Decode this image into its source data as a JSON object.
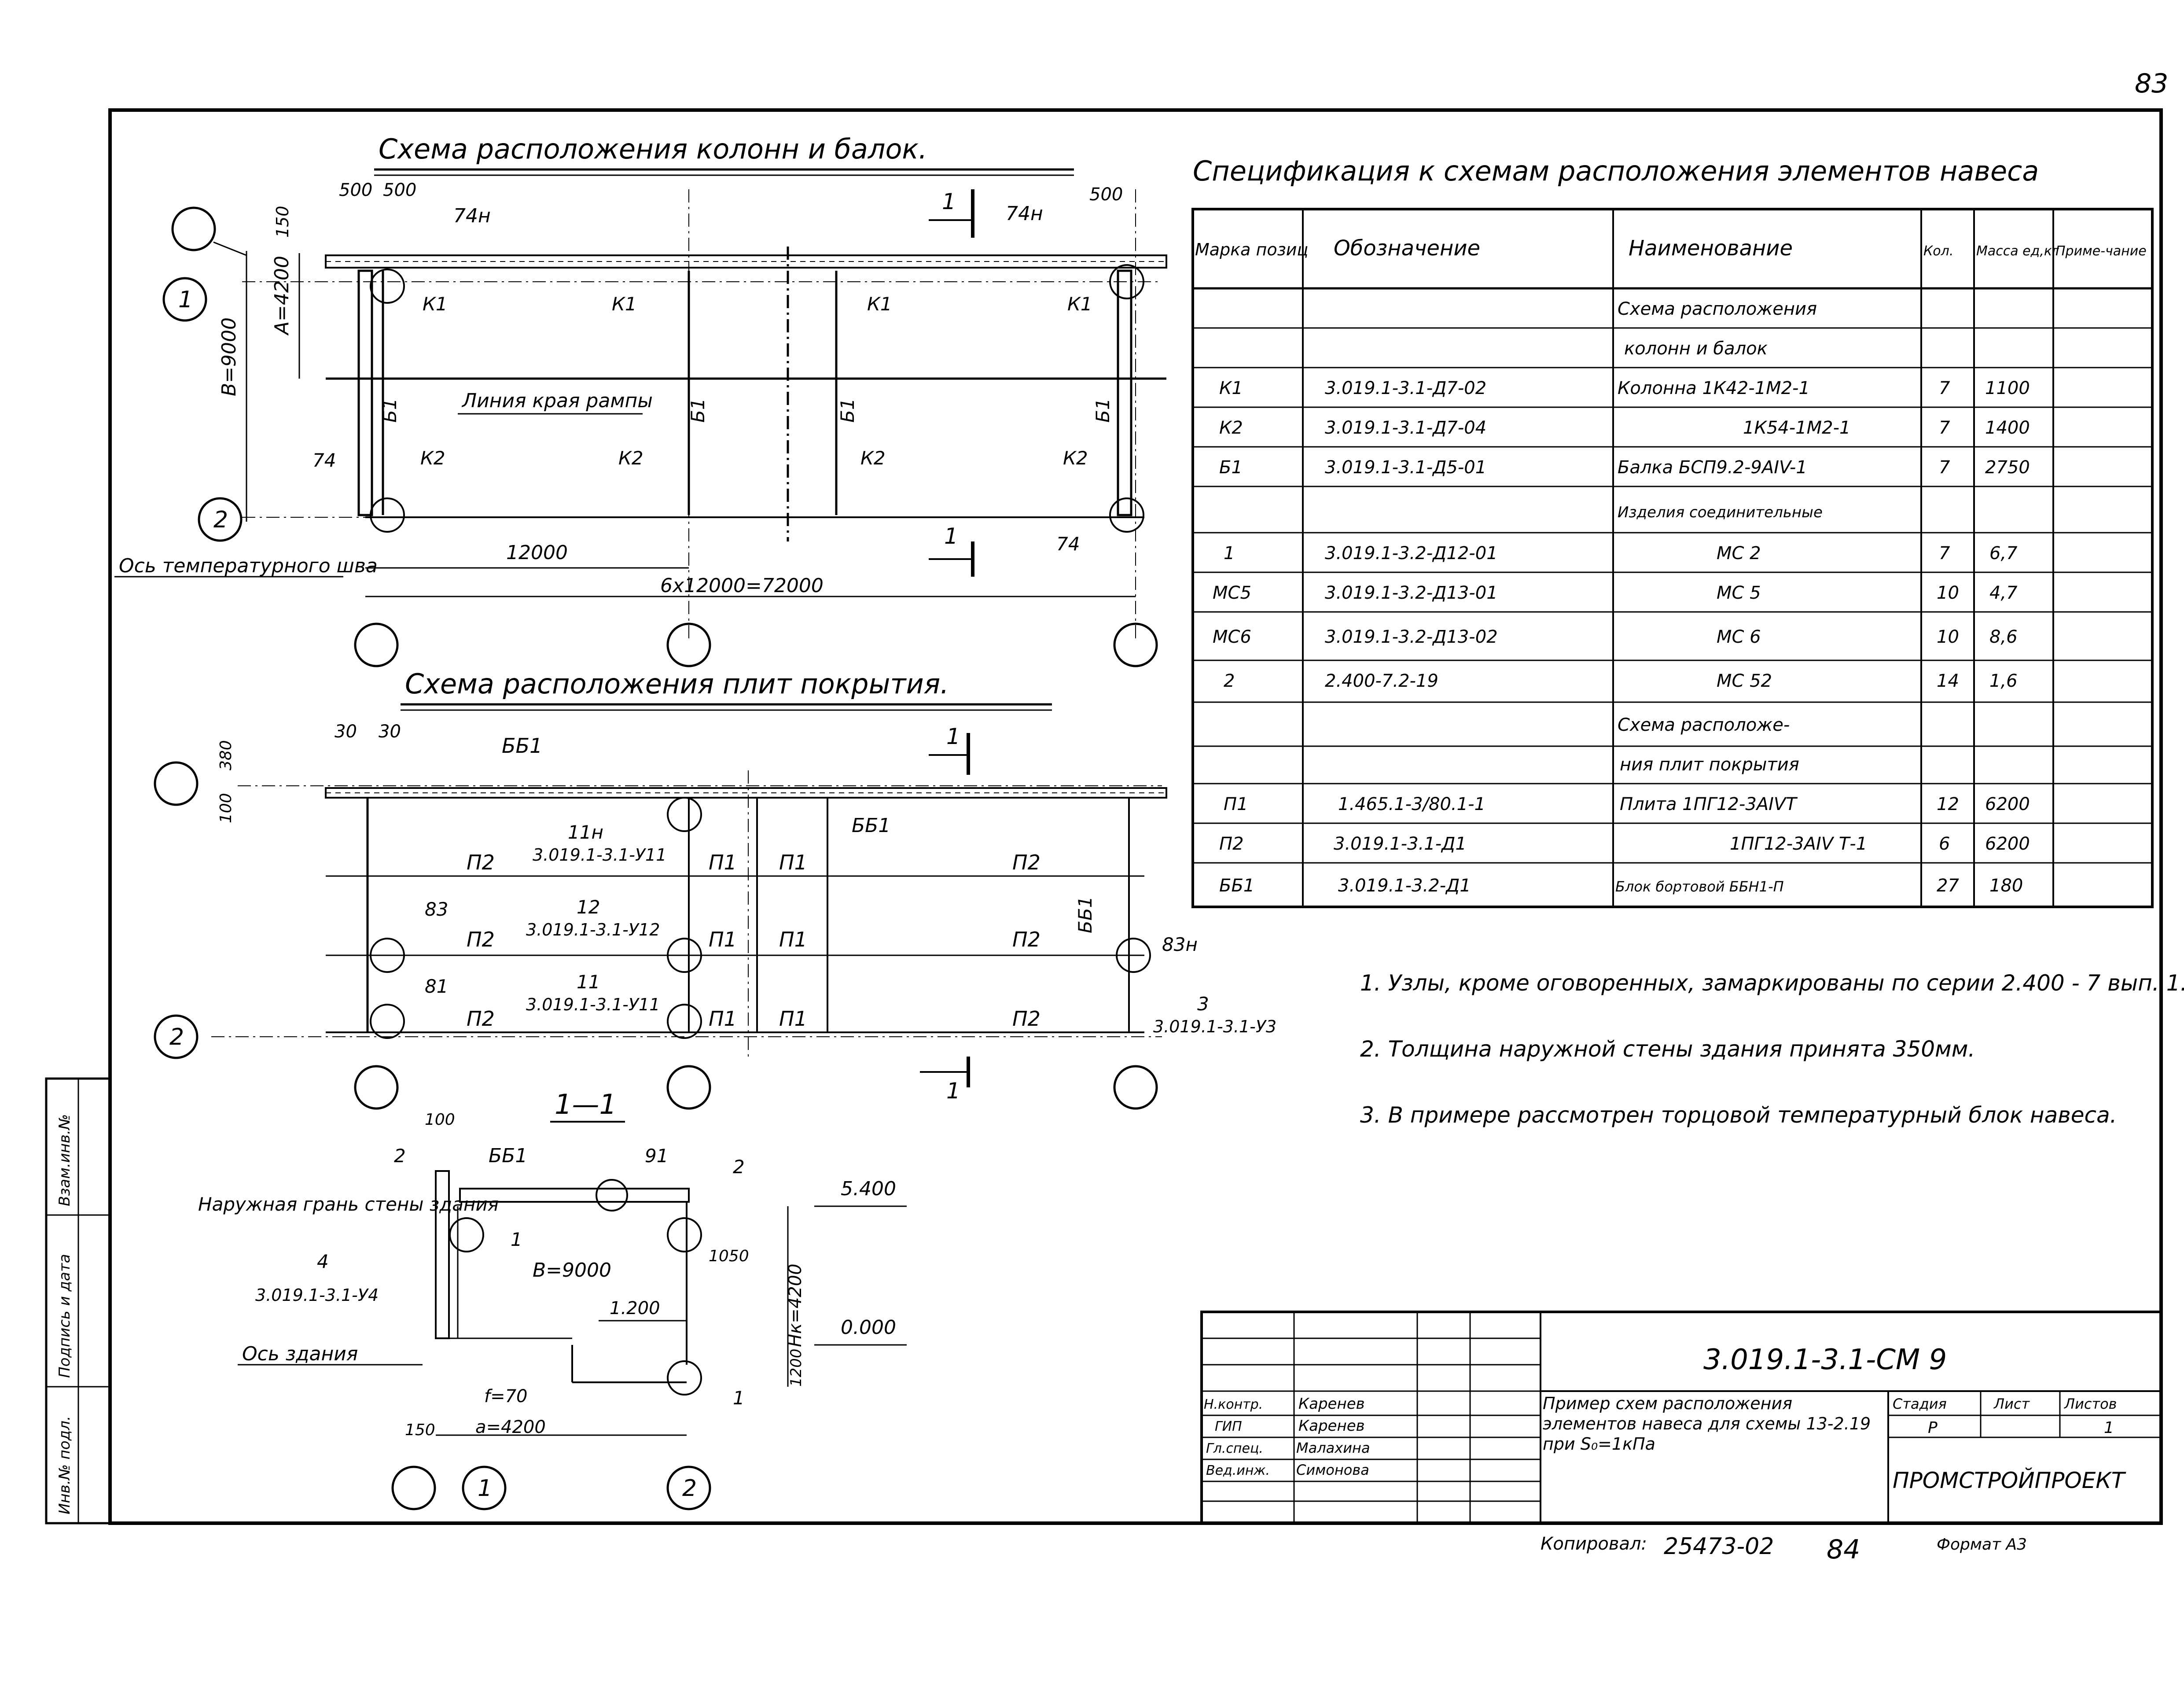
{
  "page_number": "83",
  "scheme_columns_title": "Схема расположения колонн и балок.",
  "scheme_plates_title": "Схема расположения плит покрытия.",
  "section_title": "1—1",
  "spec_title": "Спецификация к схемам расположения элементов навеса",
  "spec_headers": [
    "Марка позиц",
    "Обозначение",
    "Наименование",
    "Кол.",
    "Масса ед,кг",
    "Приме-чание"
  ],
  "spec_rows": [
    [
      "",
      "",
      "Схема расположения",
      "",
      "",
      ""
    ],
    [
      "",
      "",
      "колонн и балок",
      "",
      "",
      ""
    ],
    [
      "К1",
      "3.019.1-3.1-Д7-02",
      "Колонна 1К42-1М2-1",
      "7",
      "1100",
      ""
    ],
    [
      "К2",
      "3.019.1-3.1-Д7-04",
      "1К54-1М2-1",
      "7",
      "1400",
      ""
    ],
    [
      "Б1",
      "3.019.1-3.1-Д5-01",
      "Балка БСП9.2-9АIV-1",
      "7",
      "2750",
      ""
    ],
    [
      "",
      "",
      "Изделия соединительные",
      "",
      "",
      ""
    ],
    [
      "1",
      "3.019.1-3.2-Д12-01",
      "МС 2",
      "7",
      "6,7",
      ""
    ],
    [
      "МС5",
      "3.019.1-3.2-Д13-01",
      "МС 5",
      "10",
      "4,7",
      ""
    ],
    [
      "МС6",
      "3.019.1-3.2-Д13-02",
      "МС 6",
      "10",
      "8,6",
      ""
    ],
    [
      "2",
      "2.400-7.2-19",
      "МС 52",
      "14",
      "1,6",
      ""
    ],
    [
      "",
      "",
      "Схема расположе-",
      "",
      "",
      ""
    ],
    [
      "",
      "",
      "ния плит покрытия",
      "",
      "",
      ""
    ],
    [
      "П1",
      "1.465.1-3/80.1-1",
      "Плита 1ПГ12-3АIVТ",
      "12",
      "6200",
      ""
    ],
    [
      "П2",
      "3.019.1-3.1-Д1",
      "1ПГ12-3АIV Т-1",
      "6",
      "6200",
      ""
    ],
    [
      "ББ1",
      "3.019.1-3.2-Д1",
      "Блок бортовой ББН1-П",
      "27",
      "180",
      ""
    ]
  ],
  "notes": [
    "1. Узлы, кроме оговоренных, замаркированы по серии 2.400 - 7 вып. 1.",
    "2. Толщина наружной стены здания принята 350мм.",
    "3. В примере рассмотрен торцовой температурный блок навеса."
  ],
  "labels": {
    "dim_500a": "500",
    "dim_500b": "500",
    "dim_500c": "500",
    "dim_150": "150",
    "dim_A": "A=4200",
    "dim_B": "B=9000",
    "dim_12000": "12000",
    "dim_6x": "6x12000=72000",
    "axis_1": "1",
    "axis_2": "2",
    "node_74n_a": "74н",
    "node_74n_b": "74н",
    "k1": "К1",
    "k2": "К2",
    "b1": "Б1",
    "n74": "74",
    "ramp_edge": "Линия края рампы",
    "temp_joint": "Ось температурного шва",
    "cut_1": "1",
    "dim_30a": "30",
    "dim_30b": "30",
    "dim_380": "380",
    "dim_100": "100",
    "bb1": "ББ1",
    "p1": "П1",
    "p2": "П2",
    "n11n": "11н",
    "n12": "12",
    "n11": "11",
    "n83": "83",
    "n81": "81",
    "n83n": "83н",
    "n3": "3",
    "ref_y11": "3.019.1-3.1-У11",
    "ref_y12": "3.019.1-3.1-У12",
    "ref_y3": "3.019.1-3.1-У3",
    "outer_face": "Наружная грань стены здания",
    "n4": "4",
    "ref_y4": "3.019.1-3.1-У4",
    "building_axis": "Ось здания",
    "dim_100b": "100",
    "n2": "2",
    "n91": "91",
    "n1": "1",
    "dim_5400": "5.400",
    "dim_1200": "1.200",
    "dim_0000": "0.000",
    "dim_1050": "1050",
    "dim_Hk": "Hк=4200",
    "dim_1200b": "1200",
    "dim_B9000": "B=9000",
    "dim_f70": "f=70",
    "dim_a4200": "a=4200",
    "dim_150b": "150",
    "axis_2b": "2",
    "axis_1b": "1"
  },
  "stamp": {
    "code": "3.019.1-3.1-СМ 9",
    "roles": [
      "Н.контр.",
      "ГИП",
      "Гл.спец.",
      "Вед.инж."
    ],
    "names": [
      "Каренев",
      "Каренев",
      "Малахина",
      "Симонова"
    ],
    "description": "Пример схем расположения элементов навеса для схемы 13-2.19 при S₀=1кПа",
    "stage_header": "Стадия",
    "sheet_header": "Лист",
    "sheets_header": "Листов",
    "stage": "Р",
    "sheets": "1",
    "org": "ПРОМСТРОЙПРОЕКТ"
  },
  "side_stamp": [
    "Инв.№ подл.",
    "Подпись и дата",
    "Взам.инв.№"
  ],
  "footer": {
    "copied": "Копировал:",
    "number": "25473-02",
    "page": "84",
    "format": "Формат А3"
  }
}
